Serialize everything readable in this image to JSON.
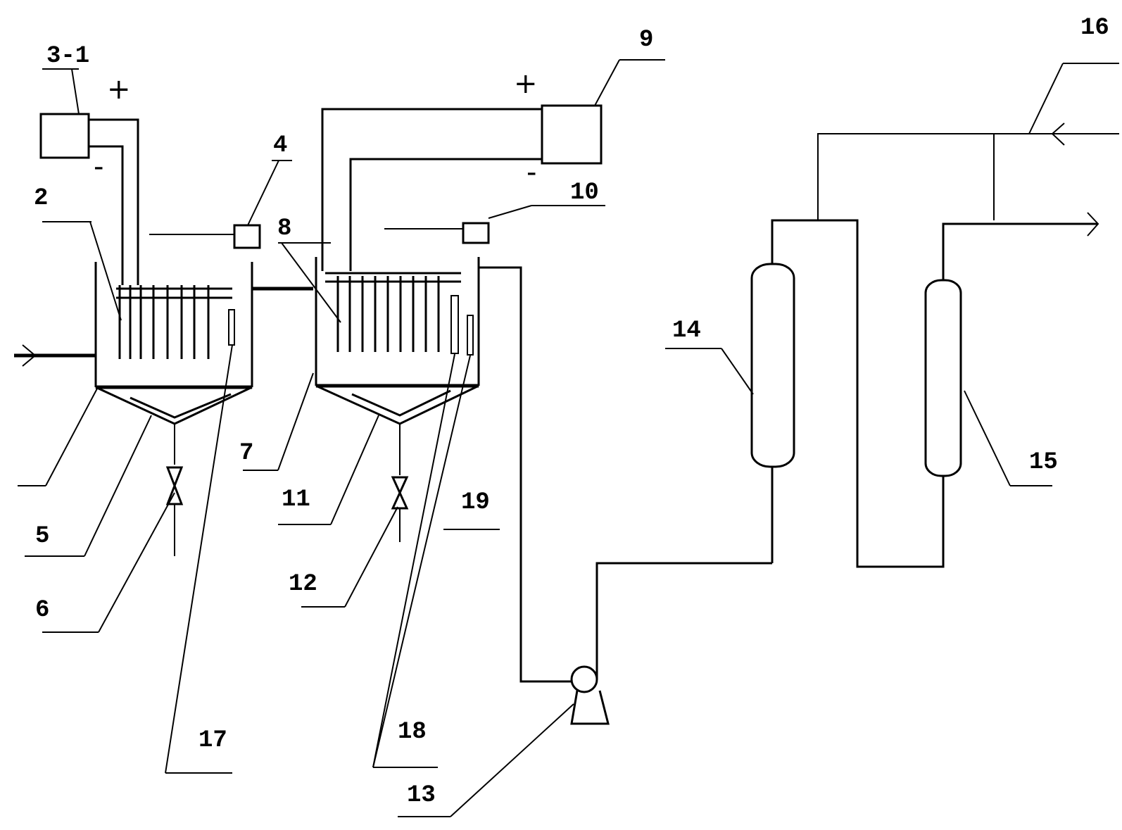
{
  "diagram": {
    "labels": {
      "l2": "2",
      "l3_1": "3-1",
      "l4": "4",
      "l5": "5",
      "l6": "6",
      "l7": "7",
      "l8": "8",
      "l9": "9",
      "l10": "10",
      "l11": "11",
      "l12": "12",
      "l13": "13",
      "l14": "14",
      "l15": "15",
      "l16": "16",
      "l17": "17",
      "l18": "18",
      "l19": "19"
    },
    "signs": {
      "plus": "+",
      "minus": "-"
    }
  }
}
